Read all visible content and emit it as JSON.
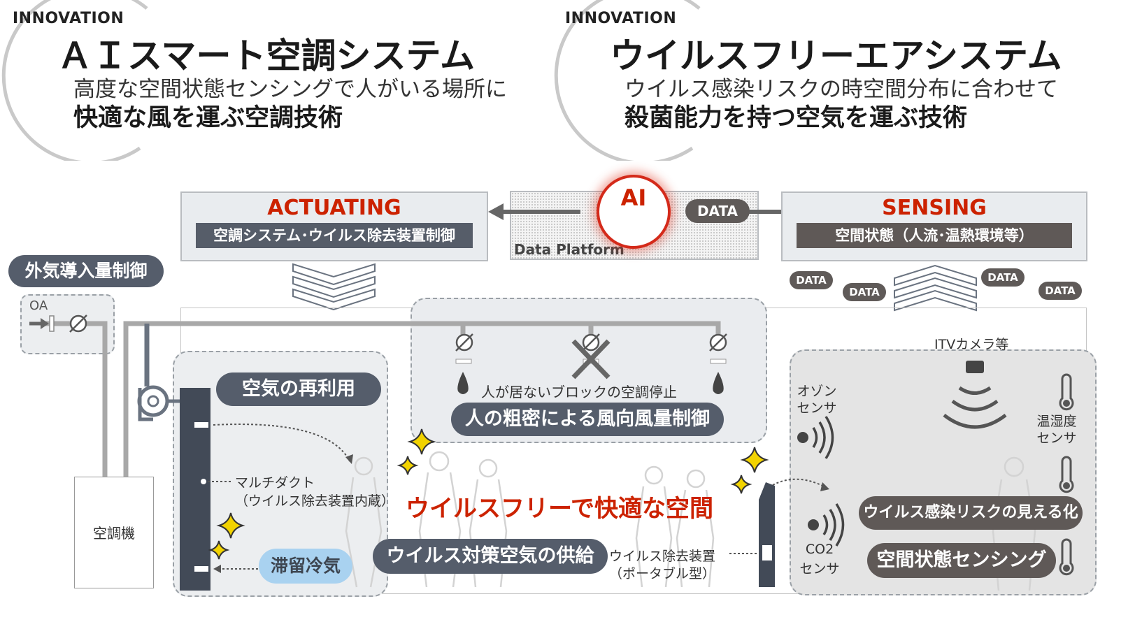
{
  "left": {
    "innovation": "INNOVATION",
    "title": "ＡＩスマート空調システム",
    "line1": "高度な空間状態センシングで人がいる場所に",
    "line2": "快適な風を運ぶ空調技術"
  },
  "right": {
    "innovation": "INNOVATION",
    "title": "ウイルスフリーエアシステム",
    "line1": "ウイルス感染リスクの時空間分布に合わせて",
    "line2": "殺菌能力を持つ空気を運ぶ技術"
  },
  "actuating": {
    "title": "ACTUATING",
    "bar": "空調システム･ウイルス除去装置制御"
  },
  "platform": {
    "ai": "AI",
    "data": "DATA",
    "label": "Data Platform"
  },
  "sensing": {
    "title": "SENSING",
    "bar": "空間状態（人流･温熱環境等）"
  },
  "data_tags": [
    "DATA",
    "DATA",
    "DATA",
    "DATA"
  ],
  "outdoor": {
    "pill": "外気導入量制御",
    "oa": "OA"
  },
  "ac_unit": "空調機",
  "reuse": "空気の再利用",
  "multiduct": {
    "line1": "マルチダクト",
    "line2": "（ウイルス除去装置内蔵）"
  },
  "stagnant": "滞留冷気",
  "block_stop": "人が居ないブロックの空調停止",
  "density_control": "人の粗密による風向風量制御",
  "virus_free_space": "ウイルスフリーで快適な空間",
  "supply": "ウイルス対策空気の供給",
  "portable": {
    "line1": "ウイルス除去装置",
    "line2": "（ポータブル型）"
  },
  "camera": "ITVカメラ等",
  "ozone": {
    "line1": "オゾン",
    "line2": "センサ"
  },
  "humidity": {
    "line1": "温湿度",
    "line2": "センサ"
  },
  "co2": {
    "line1": "CO2",
    "line2": "センサ"
  },
  "visualize": "ウイルス感染リスクの見える化",
  "space_sensing": "空間状態センシング",
  "colors": {
    "accent_red": "#cc2200",
    "pill_dark": "#555d6b",
    "pill_brown": "#5f5957",
    "sparkle": "#f2d300"
  }
}
